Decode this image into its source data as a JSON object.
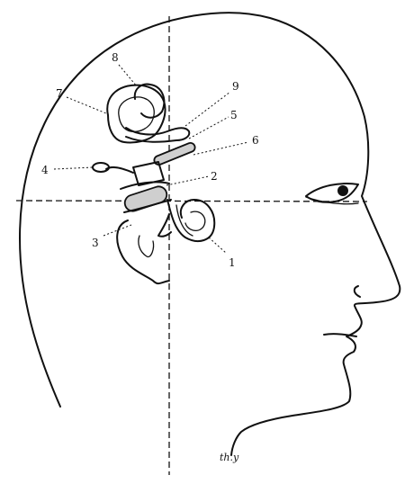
{
  "diagram": {
    "labels": {
      "l1": "1",
      "l2": "2",
      "l3": "3",
      "l4": "4",
      "l5": "5",
      "l6": "6",
      "l7": "7",
      "l8": "8",
      "l9": "9"
    },
    "signature": "th.y"
  }
}
